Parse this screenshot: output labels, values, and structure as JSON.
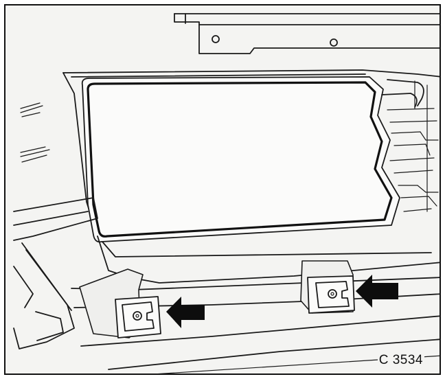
{
  "figure": {
    "code": "C 3534",
    "colors": {
      "ink": "#111111",
      "paper": "#f4f4f2",
      "arrow": "#0d0d0d"
    },
    "callouts": [
      {
        "icon": "arrow-right-icon",
        "points_to": "left-clip"
      },
      {
        "icon": "arrow-left-icon",
        "points_to": "right-clip"
      }
    ]
  }
}
